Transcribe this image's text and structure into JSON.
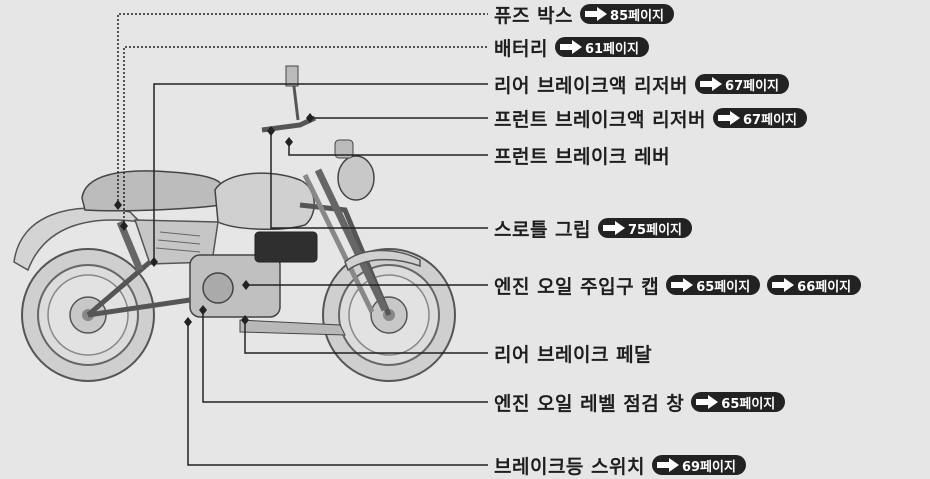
{
  "labels": [
    {
      "text": "퓨즈 박스",
      "refs": [
        "85페이지"
      ]
    },
    {
      "text": "배터리",
      "refs": [
        "61페이지"
      ]
    },
    {
      "text": "리어 브레이크액 리저버",
      "refs": [
        "67페이지"
      ]
    },
    {
      "text": "프런트 브레이크액 리저버",
      "refs": [
        "67페이지"
      ]
    },
    {
      "text": "프런트 브레이크 레버",
      "refs": []
    },
    {
      "text": "스로틀 그립",
      "refs": [
        "75페이지"
      ]
    },
    {
      "text": "엔진 오일 주입구 캡",
      "refs": [
        "65페이지",
        "66페이지"
      ]
    },
    {
      "text": "리어 브레이크 페달",
      "refs": []
    },
    {
      "text": "엔진 오일 레벨 점검 창",
      "refs": [
        "65페이지"
      ]
    },
    {
      "text": "브레이크등 스위치",
      "refs": [
        "69페이지"
      ]
    }
  ],
  "colors": {
    "background": "#e6e6e6",
    "pill": "#222222",
    "line": "#222222"
  },
  "icons": {
    "reference_arrow": "right-arrow-icon"
  }
}
